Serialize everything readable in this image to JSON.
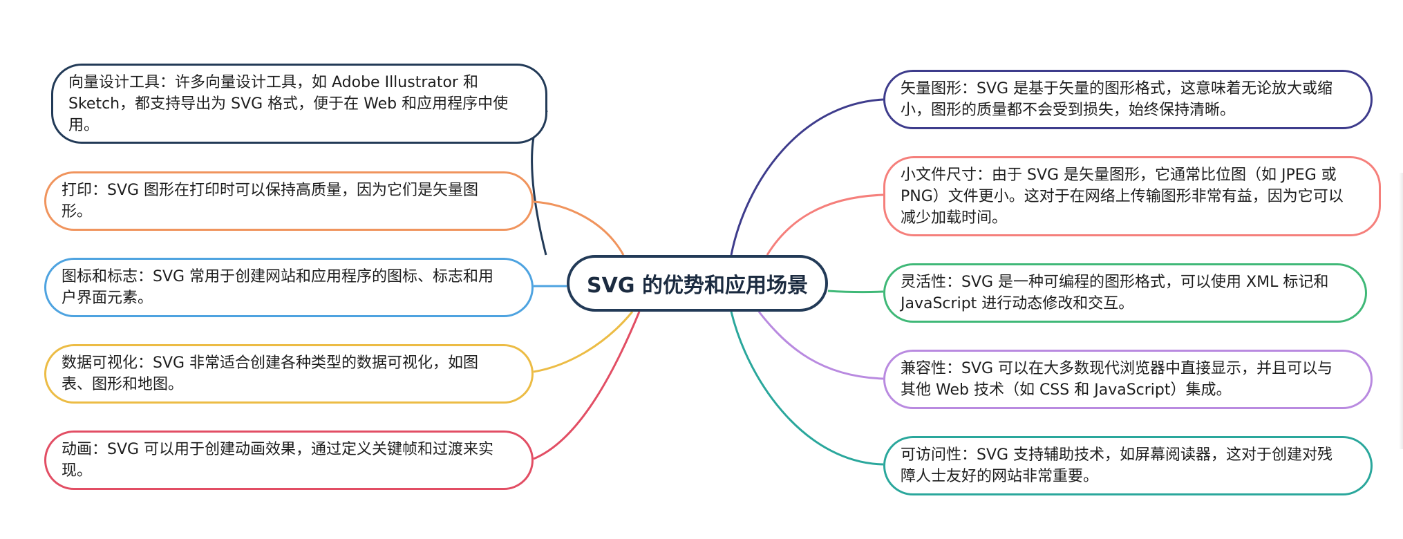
{
  "center": {
    "title": "SVG 的优势和应用场景",
    "color": "#223a57"
  },
  "left_branches": [
    {
      "id": "vector-tools",
      "text": "向量设计工具：许多向量设计工具，如 Adobe Illustrator 和 Sketch，都支持导出为 SVG 格式，便于在 Web 和应用程序中使用。",
      "color": "#223a57"
    },
    {
      "id": "print",
      "text": "打印：SVG 图形在打印时可以保持高质量，因为它们是矢量图形。",
      "color": "#f0945d"
    },
    {
      "id": "icons-logos",
      "text": "图标和标志：SVG 常用于创建网站和应用程序的图标、标志和用户界面元素。",
      "color": "#4ea3e0"
    },
    {
      "id": "data-viz",
      "text": "数据可视化：SVG 非常适合创建各种类型的数据可视化，如图表、图形和地图。",
      "color": "#ecbc45"
    },
    {
      "id": "animation",
      "text": "动画：SVG 可以用于创建动画效果，通过定义关键帧和过渡来实现。",
      "color": "#e24e64"
    }
  ],
  "right_branches": [
    {
      "id": "vector-graphics",
      "text": "矢量图形：SVG 是基于矢量的图形格式，这意味着无论放大或缩小，图形的质量都不会受到损失，始终保持清晰。",
      "color": "#3e3c8c"
    },
    {
      "id": "small-size",
      "text": "小文件尺寸：由于 SVG 是矢量图形，它通常比位图（如 JPEG 或 PNG）文件更小。这对于在网络上传输图形非常有益，因为它可以减少加载时间。",
      "color": "#f57f7b"
    },
    {
      "id": "flexibility",
      "text": "灵活性：SVG 是一种可编程的图形格式，可以使用 XML 标记和 JavaScript 进行动态修改和交互。",
      "color": "#3fb877"
    },
    {
      "id": "compatibility",
      "text": "兼容性：SVG 可以在大多数现代浏览器中直接显示，并且可以与其他 Web 技术（如 CSS 和 JavaScript）集成。",
      "color": "#b98ae0"
    },
    {
      "id": "accessibility",
      "text": "可访问性：SVG 支持辅助技术，如屏幕阅读器，这对于创建对残障人士友好的网站非常重要。",
      "color": "#2aa79c"
    }
  ]
}
